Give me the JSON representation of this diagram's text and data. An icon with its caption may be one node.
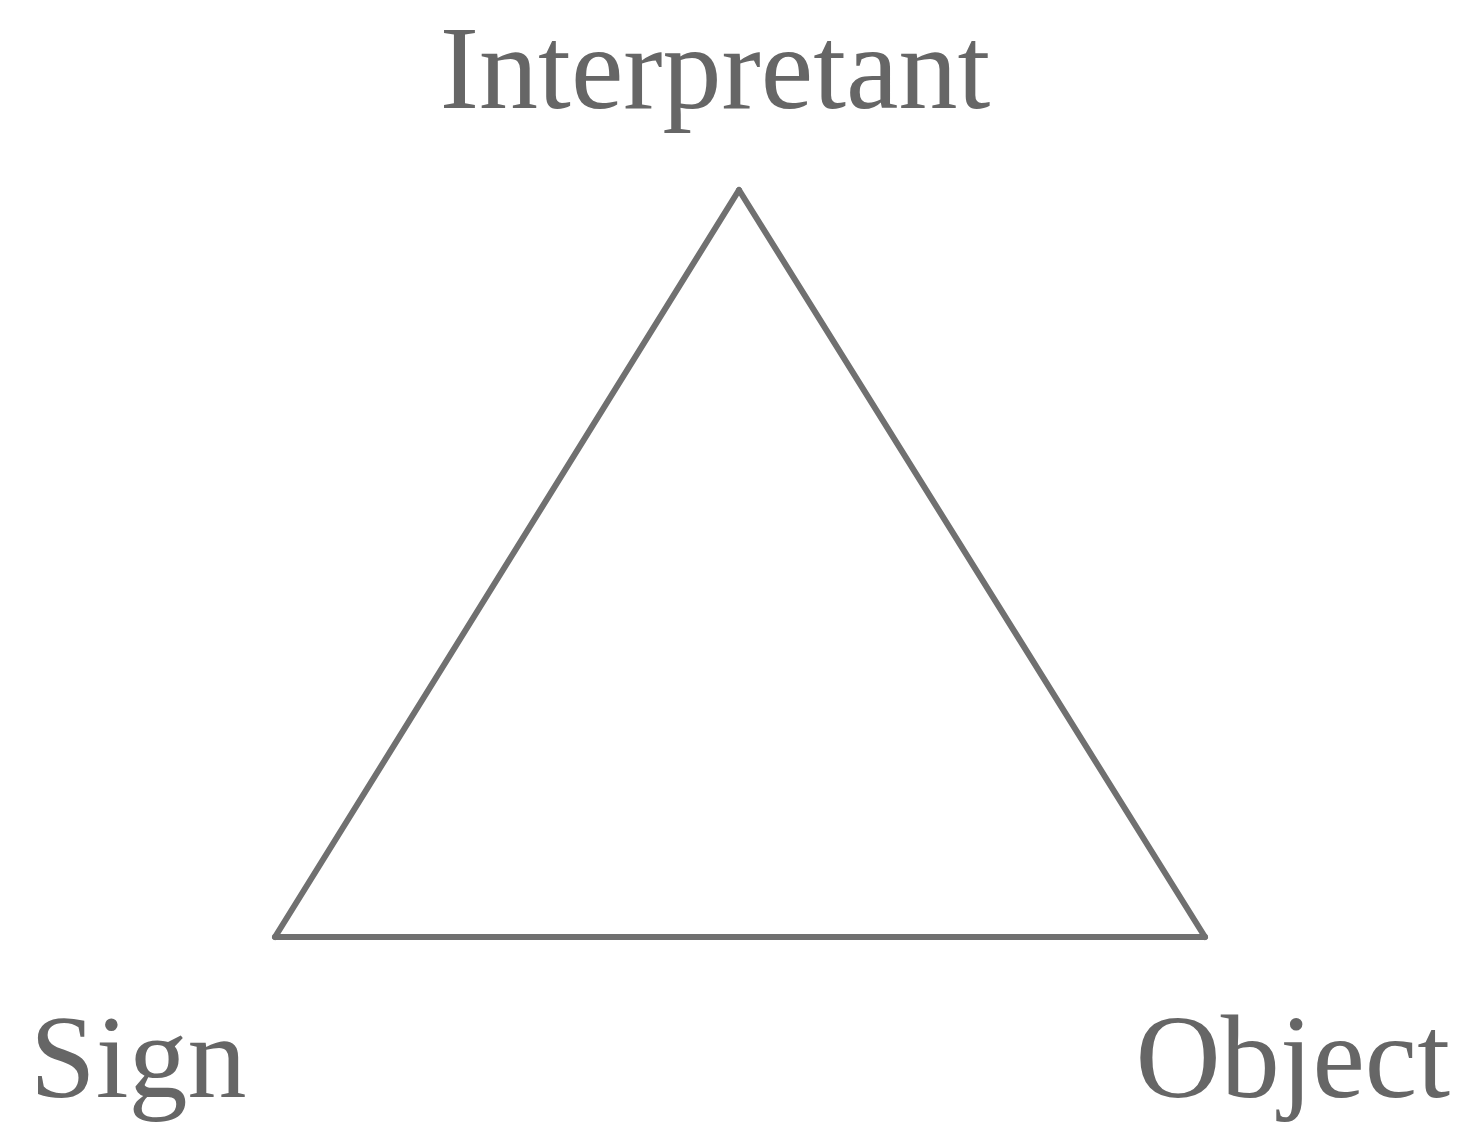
{
  "diagram": {
    "nodes": [
      {
        "text": [
          "Interpretant"
        ]
      },
      {
        "text": [
          "Sign"
        ]
      },
      {
        "text": [
          "Object"
        ]
      }
    ],
    "edges": [
      {
        "from": 0,
        "to": 1,
        "arrow": "none"
      },
      {
        "from": 1,
        "to": 2,
        "arrow": "none"
      },
      {
        "from": 2,
        "to": 0,
        "arrow": "none"
      }
    ]
  }
}
